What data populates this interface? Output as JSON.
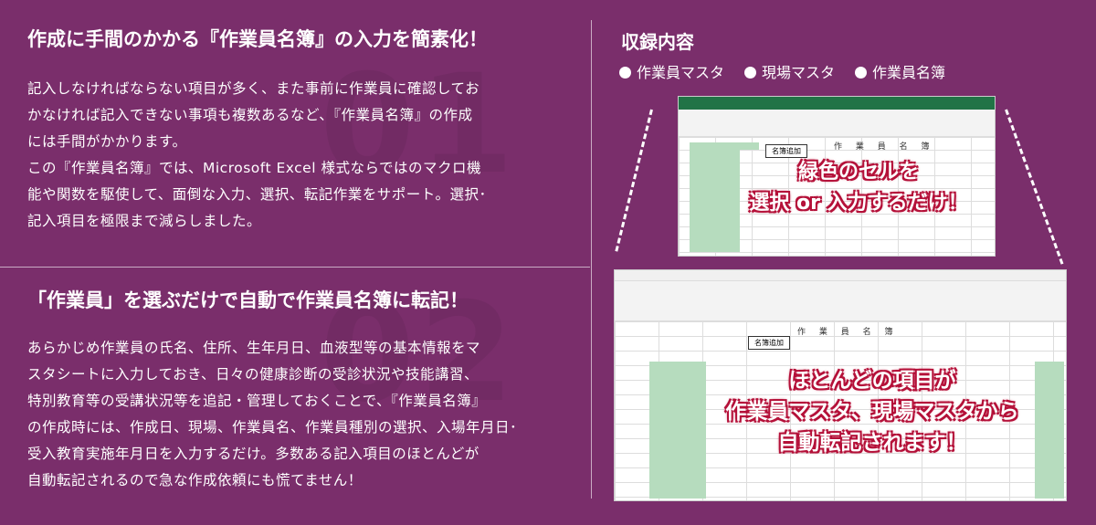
{
  "left": {
    "section1": {
      "title": "作成に手間のかかる『作業員名簿』の入力を簡素化！",
      "bg_number": "01",
      "lines": [
        "記入しなければならない項目が多く、また事前に作業員に確認してお",
        "かなければ記入できない事項も複数あるなど、『作業員名簿』の作成",
        "には手間がかかります。",
        "この『作業員名簿』では、Microsoft Excel 様式ならではのマクロ機",
        "能や関数を駆使して、面倒な入力、選択、転記作業をサポート。選択･",
        "記入項目を極限まで減らしました。"
      ]
    },
    "section2": {
      "title": "「作業員」を選ぶだけで自動で作業員名簿に転記！",
      "bg_number": "02",
      "lines": [
        "あらかじめ作業員の氏名、住所、生年月日、血液型等の基本情報をマ",
        "スタシートに入力しておき、日々の健康診断の受診状況や技能講習、",
        "特別教育等の受講状況等を追記・管理しておくことで、『作業員名簿』",
        "の作成時には、作成日、現場、作業員名、作業員種別の選択、入場年月日･",
        "受入教育実施年月日を入力するだけ。多数ある記入項目のほとんどが",
        "自動転記されるので急な作成依頼にも慌てません！"
      ]
    }
  },
  "right": {
    "title": "収録内容",
    "items": [
      "作業員マスタ",
      "現場マスタ",
      "作業員名簿"
    ],
    "callout1": [
      "緑色のセルを",
      "選択 or 入力するだけ！"
    ],
    "callout2": [
      "ほとんどの項目が",
      "作業員マスタ、現場マスタから",
      "自動転記されます！"
    ],
    "sheet_title": "作 業 員 名 簿",
    "button_label": "名簿追加"
  }
}
